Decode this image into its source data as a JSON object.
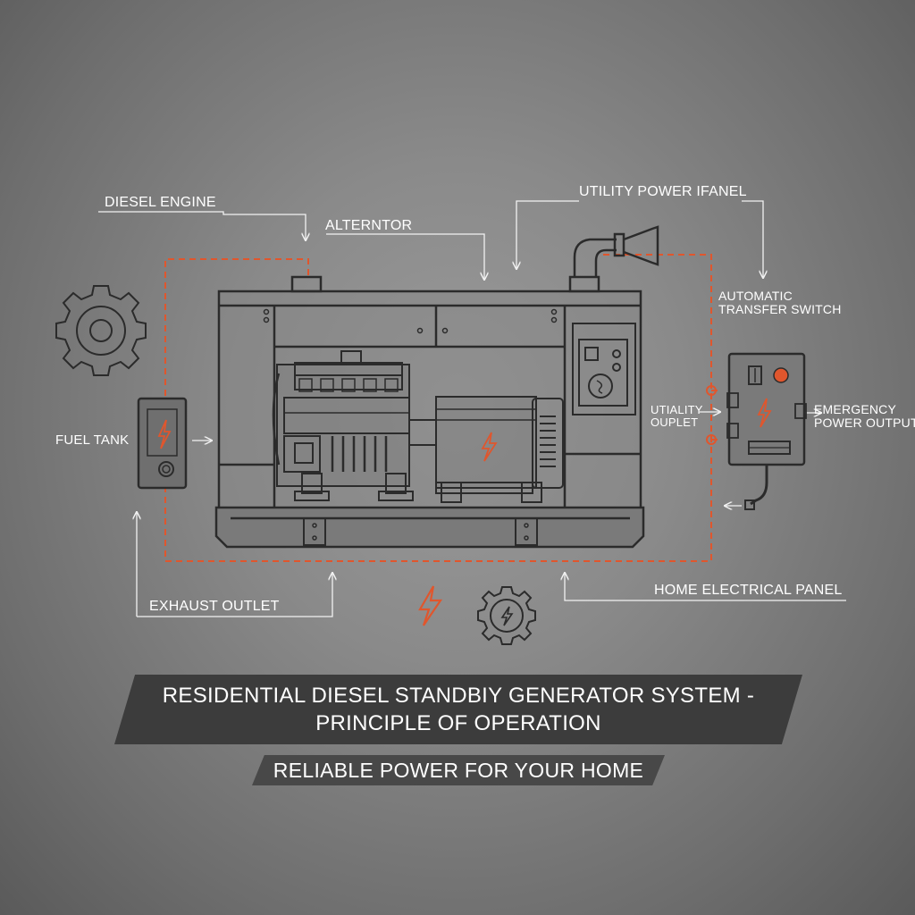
{
  "colors": {
    "line_white": "#f2f2f2",
    "accent_orange": "#e0562d",
    "ink_dark": "#2b2b2b",
    "banner_dark": "#3c3c3c"
  },
  "labels": {
    "diesel_engine": "DIESEL ENGINE",
    "alternator": "ALTERNTOR",
    "utility_power_panel": "UTILITY POWER IFANEL",
    "automatic_transfer_switch_line1": "AUTOMATIC",
    "automatic_transfer_switch_line2": "TRANSFER SWITCH",
    "fuel_tank": "FUEL TANK",
    "utility_outlet_line1": "UTIALITY",
    "utility_outlet_line2": "OUPLET",
    "emergency_power_output_line1": "EMERGENCY",
    "emergency_power_output_line2": "POWER OUTPUT",
    "exhaust_outlet": "EXHAUST OUTLET",
    "home_electrical_panel": "HOME ELECTRICAL PANEL"
  },
  "banner": {
    "title_line1": "RESIDENTIAL DIESEL STANDBIY GENERATOR SYSTEM -",
    "title_line2": "PRINCIPLE OF OPERATION",
    "subtitle": "RELIABLE POWER FOR YOUR HOME"
  },
  "icons": [
    "gear-icon",
    "lightning-bolt-icon",
    "gear-lightning-icon",
    "exhaust-pipe-icon",
    "control-panel-icon"
  ]
}
